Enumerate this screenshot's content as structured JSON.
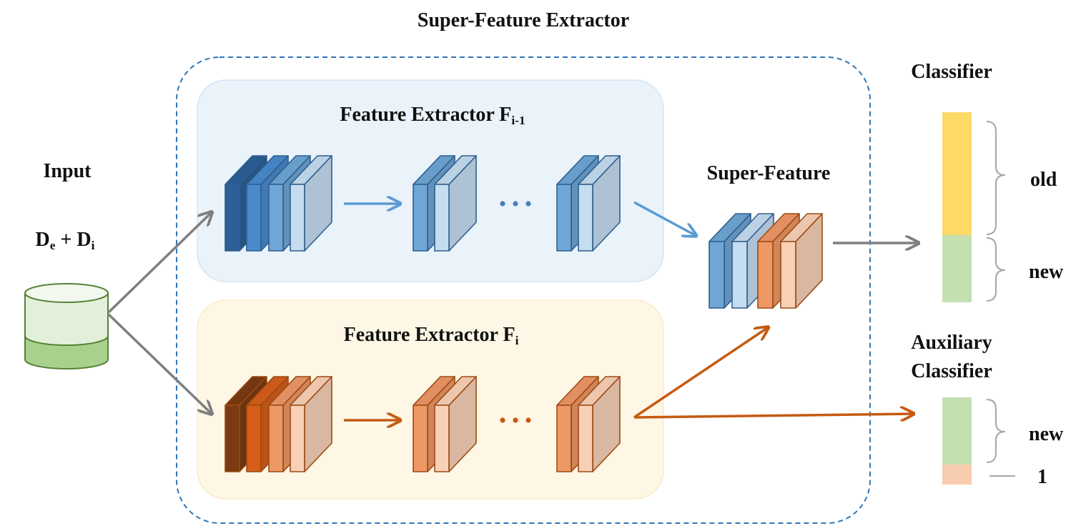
{
  "title": "Super-Feature Extractor",
  "input": {
    "label": "Input",
    "dataset": {
      "d1": "D",
      "d1_sub": "e",
      "plus": " + ",
      "d2": "D",
      "d2_sub": "i"
    }
  },
  "extractor_prev": {
    "label": "Feature Extractor F",
    "sub": "i-1",
    "ellipsis": "•••"
  },
  "extractor_curr": {
    "label": "Feature Extractor F",
    "sub": "i",
    "ellipsis": "•••"
  },
  "super_feature": {
    "label": "Super-Feature"
  },
  "classifier": {
    "label": "Classifier",
    "old": "old",
    "new": "new"
  },
  "aux_classifier": {
    "label_line1": "Auxiliary",
    "label_line2": "Classifier",
    "new": "new",
    "one": "1"
  },
  "colors": {
    "blue_dark": "#2B5F96",
    "blue_mid": "#4A8ACC",
    "blue_light": "#6FA6D6",
    "blue_pale": "#C5DDF1",
    "orange_dark": "#7A3A12",
    "orange_mid": "#D65E19",
    "orange_light": "#EE9866",
    "orange_pale": "#F8D0B6",
    "old_bar": "#FDD966",
    "new_bar": "#C4DFB0",
    "one_bar": "#F8CCAE",
    "arrow_gray": "#7F7F7F",
    "arrow_blue": "#5B9BD5",
    "arrow_orange": "#C55A11",
    "dash_border": "#2E75B6",
    "panel_blue": "#EAF2FA",
    "panel_yellow": "#FFF7E5"
  }
}
